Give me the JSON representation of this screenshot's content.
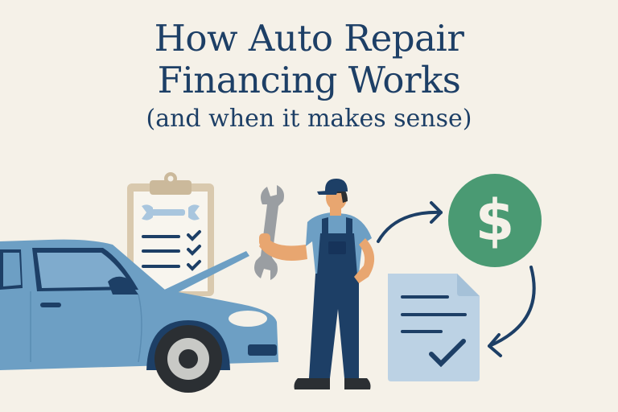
{
  "header": {
    "title_line_1": "How Auto Repair",
    "title_line_2": "Financing Works",
    "subtitle": "(and when it makes sense)"
  },
  "illustration": {
    "elements": [
      {
        "name": "clipboard-checklist",
        "icon": "clipboard-icon",
        "checklist_items": 3
      },
      {
        "name": "car-open-hood",
        "icon": "car-icon"
      },
      {
        "name": "mechanic-with-wrench",
        "icon": "mechanic-icon"
      },
      {
        "name": "dollar-coin",
        "icon": "dollar-icon",
        "glyph": "$"
      },
      {
        "name": "approved-document",
        "icon": "document-check-icon",
        "lines": 3
      }
    ]
  },
  "colors": {
    "background": "#f5f1e8",
    "navy": "#1d3f66",
    "car_blue": "#6d9fc4",
    "dollar_green": "#4a9a73",
    "document_blue": "#bcd2e4",
    "clipboard_tan": "#d9c9ae",
    "skin": "#e8a670",
    "wrench_gray": "#9a9ea2"
  }
}
